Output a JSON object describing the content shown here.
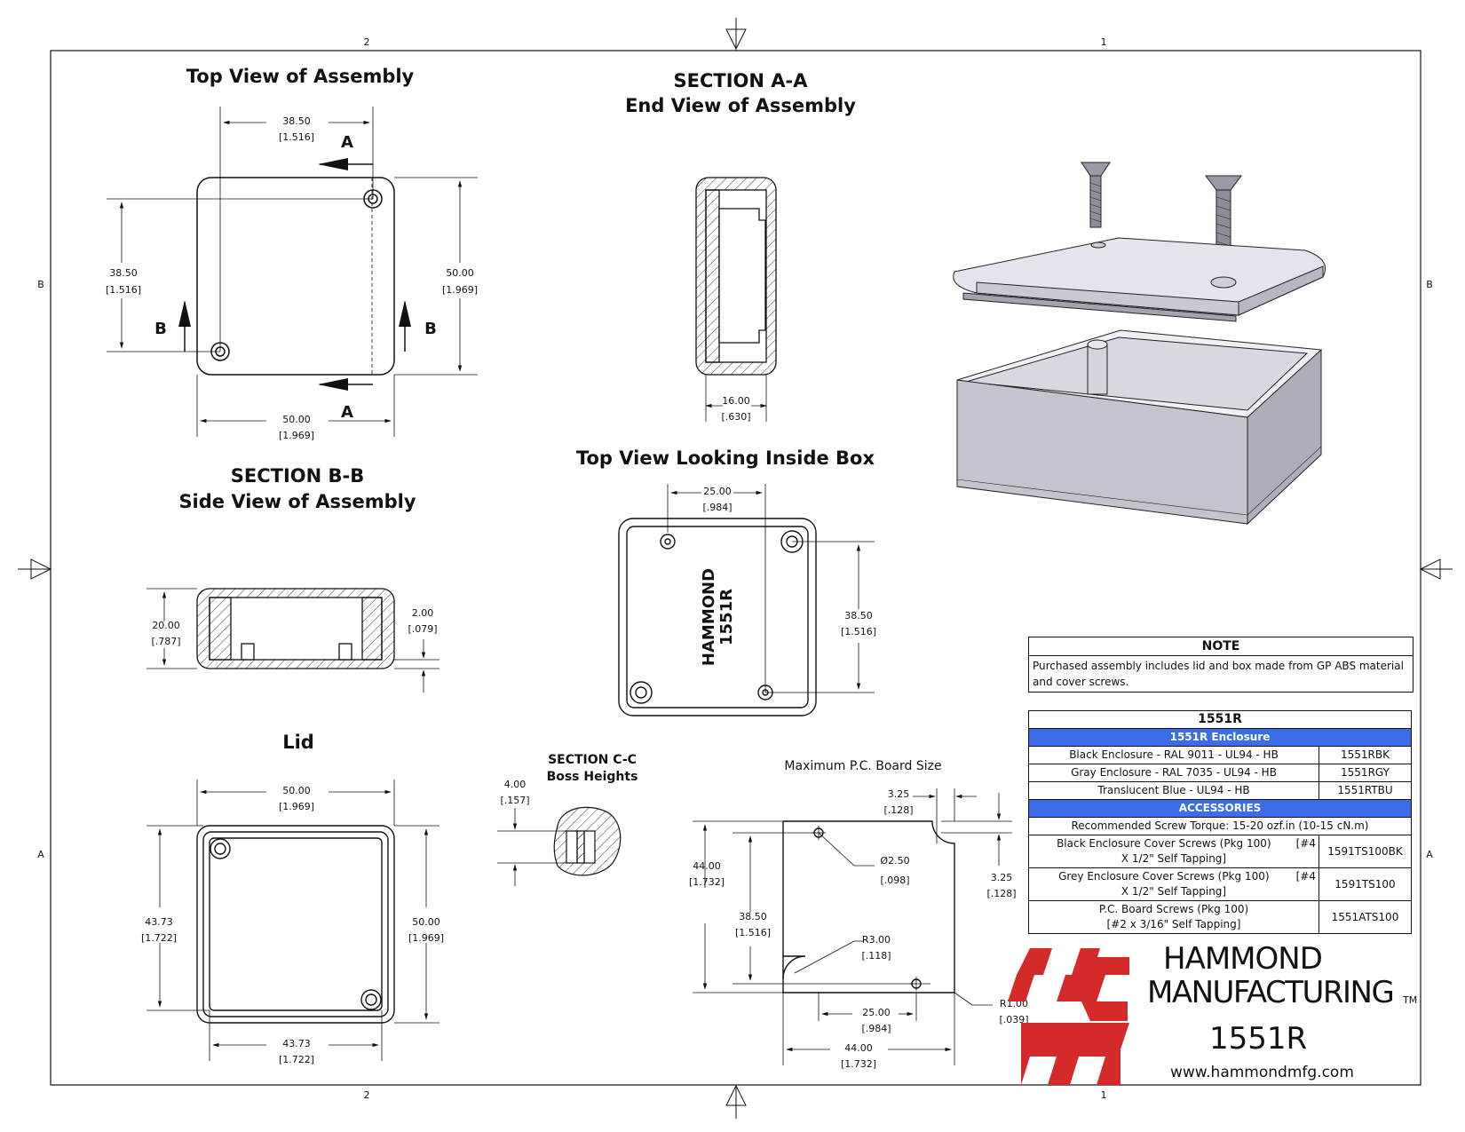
{
  "zones": {
    "top_left": "2",
    "top_right": "1",
    "bottom_left": "2",
    "bottom_right": "1",
    "left_top": "B",
    "left_bottom": "A",
    "right_top": "B",
    "right_bottom": "A"
  },
  "views": {
    "top_view": {
      "title": "Top View of Assembly",
      "w_top": "38.50",
      "w_top_in": "[1.516]",
      "h_left": "38.50",
      "h_left_in": "[1.516]",
      "h_right": "50.00",
      "h_right_in": "[1.969]",
      "w_bottom": "50.00",
      "w_bottom_in": "[1.969]",
      "sec_a": "A",
      "sec_b": "B"
    },
    "section_aa": {
      "title1": "SECTION A-A",
      "title2": "End View of Assembly",
      "w": "16.00",
      "w_in": "[.630]"
    },
    "section_bb": {
      "title1": "SECTION B-B",
      "title2": "Side View of Assembly",
      "h": "20.00",
      "h_in": "[.787]",
      "t": "2.00",
      "t_in": "[.079]"
    },
    "inside": {
      "title": "Top View Looking Inside Box",
      "w": "25.00",
      "w_in": "[.984]",
      "h": "38.50",
      "h_in": "[1.516]",
      "mark1": "HAMMOND",
      "mark2": "1551R"
    },
    "lid": {
      "title": "Lid",
      "w_top": "50.00",
      "w_top_in": "[1.969]",
      "h_left": "43.73",
      "h_left_in": "[1.722]",
      "h_right": "50.00",
      "h_right_in": "[1.969]",
      "w_bottom": "43.73",
      "w_bottom_in": "[1.722]"
    },
    "section_cc": {
      "title1": "SECTION C-C",
      "title2": "Boss Heights",
      "h": "4.00",
      "h_in": "[.157]"
    },
    "pcb": {
      "title": "Maximum P.C. Board Size",
      "top_off": "3.25",
      "top_off_in": "[.128]",
      "right_off": "3.25",
      "right_off_in": "[.128]",
      "hole": "Ø2.50",
      "hole_in": "[.098]",
      "h_outer": "44.00",
      "h_outer_in": "[1.732]",
      "h_inner": "38.50",
      "h_inner_in": "[1.516]",
      "r3": "R3.00",
      "r3_in": "[.118]",
      "r1": "R1.00",
      "r1_in": "[.039]",
      "w_inner": "25.00",
      "w_inner_in": "[.984]",
      "w_outer": "44.00",
      "w_outer_in": "[1.732]"
    }
  },
  "note": {
    "title": "NOTE",
    "text": "Purchased assembly includes lid and box made from GP ABS material and cover screws."
  },
  "parts": {
    "title": "1551R",
    "section1": "1551R Enclosure",
    "enclosures": [
      {
        "desc": "Black Enclosure - RAL 9011 - UL94 - HB",
        "pn": "1551RBK"
      },
      {
        "desc": "Gray Enclosure - RAL 7035 - UL94 - HB",
        "pn": "1551RGY"
      },
      {
        "desc": "Translucent Blue - UL94 - HB",
        "pn": "1551RTBU"
      }
    ],
    "section2": "ACCESSORIES",
    "torque": "Recommended Screw Torque: 15-20 ozf.in (10-15 cN.m)",
    "accessories": [
      {
        "l1": "Black Enclosure Cover Screws (Pkg 100)",
        "l1b": "[#4",
        "l2": "X 1/2\" Self Tapping]",
        "pn": "1591TS100BK"
      },
      {
        "l1": "Grey Enclosure Cover Screws (Pkg 100)",
        "l1b": "[#4",
        "l2": "X 1/2\" Self Tapping]",
        "pn": "1591TS100"
      },
      {
        "l1": "P.C. Board Screws  (Pkg 100)",
        "l1b": "",
        "l2": "[#2 x 3/16\" Self Tapping]",
        "pn": "1551ATS100"
      }
    ]
  },
  "brand": {
    "line1": "HAMMOND",
    "line2": "MANUFACTURING",
    "tm": "TM",
    "model": "1551R",
    "url": "www.hammondmfg.com",
    "red": "#d42a2a"
  }
}
